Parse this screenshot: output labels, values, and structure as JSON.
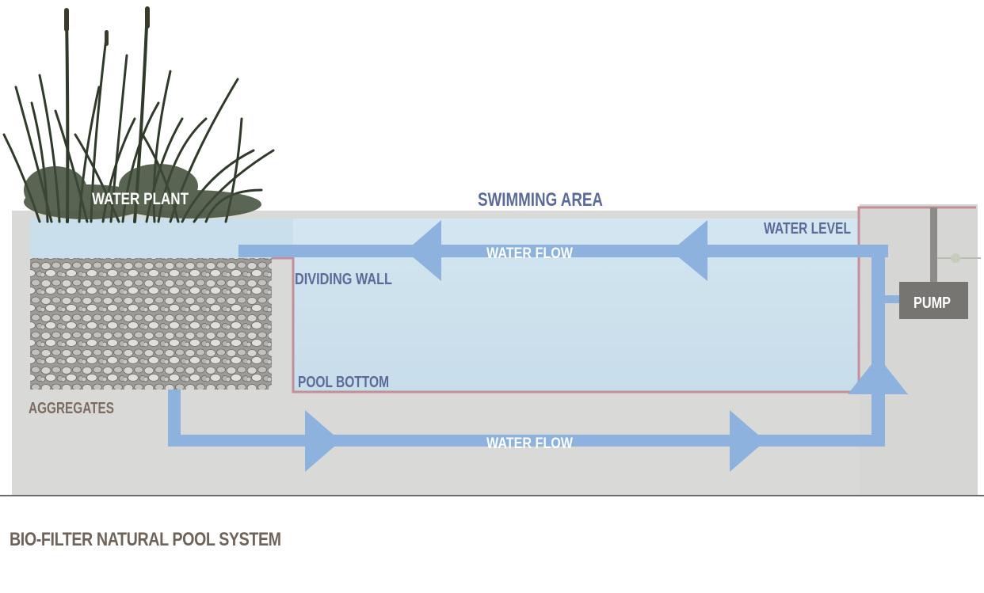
{
  "labels": {
    "water_plant": "WATER PLANT",
    "swimming_area": "SWIMMING AREA",
    "water_level": "WATER LEVEL",
    "water_flow_top": "WATER FLOW",
    "water_flow_bottom": "WATER FLOW",
    "dividing_wall": "DIVIDING WALL",
    "pool_bottom": "POOL BOTTOM",
    "aggregates": "AGGREGATES",
    "pump": "PUMP"
  },
  "caption": "BIO-FILTER NATURAL POOL SYSTEM",
  "colors": {
    "concrete": "#d9d9d7",
    "water": "#cfe3ee",
    "flow": "#8cb2dd",
    "wall_line": "#c48f98",
    "label_blue": "#5b6a99",
    "label_brown": "#7a6c62",
    "pump_box": "#777572",
    "plant": "#2f3a2a"
  }
}
